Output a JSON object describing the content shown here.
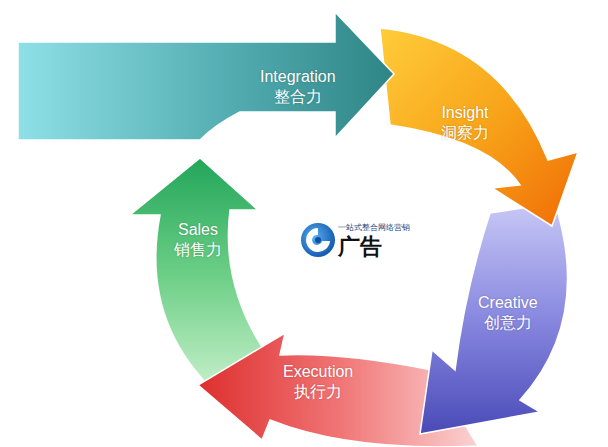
{
  "diagram": {
    "nodes": [
      {
        "text": [
          "Integration",
          "整合力"
        ]
      },
      {
        "text": [
          "Insight",
          "洞察力"
        ]
      },
      {
        "text": [
          "Creative",
          "创意力"
        ]
      },
      {
        "text": [
          "Execution",
          "执行力"
        ]
      },
      {
        "text": [
          "Sales",
          "销售力"
        ]
      }
    ],
    "labels": [
      "一站式整合网络营销",
      "广告"
    ]
  }
}
